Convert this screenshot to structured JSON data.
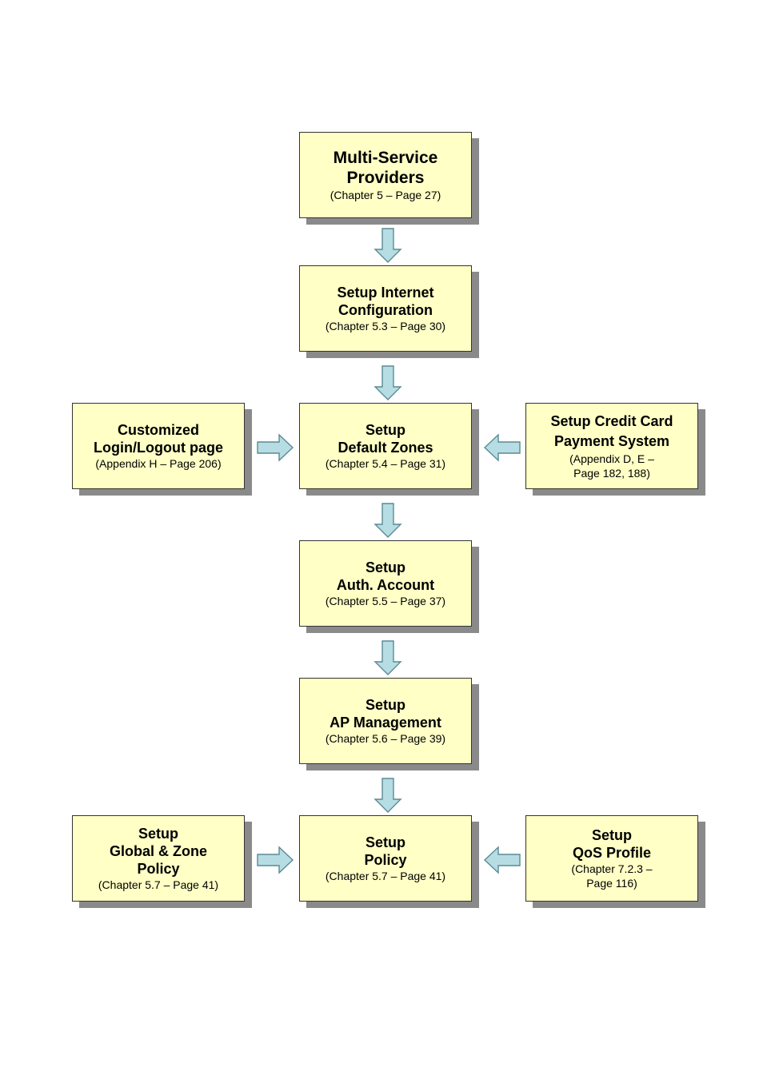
{
  "boxes": {
    "msp": {
      "lines": [
        "Multi-Service",
        "Providers"
      ],
      "ref": "(Chapter 5 – Page 27)"
    },
    "internet": {
      "lines": [
        "Setup Internet",
        "Configuration"
      ],
      "ref": "(Chapter 5.3 – Page 30)"
    },
    "zones": {
      "lines": [
        "Setup",
        "Default Zones"
      ],
      "ref": "(Chapter 5.4 – Page 31)"
    },
    "login": {
      "lines": [
        "Customized",
        "Login/Logout page"
      ],
      "ref": "(Appendix H – Page 206)"
    },
    "credit": {
      "lines": [
        "Setup Credit Card",
        "Payment System"
      ],
      "ref_lines": [
        "(Appendix D, E –",
        "Page 182, 188)"
      ]
    },
    "auth": {
      "lines": [
        "Setup",
        "Auth. Account"
      ],
      "ref": "(Chapter 5.5 – Page 37)"
    },
    "ap": {
      "lines": [
        "Setup",
        "AP Management"
      ],
      "ref": "(Chapter 5.6 – Page 39)"
    },
    "policy": {
      "lines": [
        "Setup",
        "Policy"
      ],
      "ref": "(Chapter 5.7 – Page 41)"
    },
    "global": {
      "lines": [
        "Setup",
        "Global & Zone",
        "Policy"
      ],
      "ref": "(Chapter 5.7 – Page 41)"
    },
    "qos": {
      "lines": [
        "Setup",
        "QoS Profile"
      ],
      "ref_lines": [
        "(Chapter 7.2.3 –",
        "Page 116)"
      ]
    }
  },
  "colors": {
    "box_fill": "#ffffc6",
    "box_border": "#333333",
    "box_shadow": "#8a8a8a",
    "arrow_fill": "#b6dde3",
    "arrow_stroke": "#5b8a94"
  }
}
